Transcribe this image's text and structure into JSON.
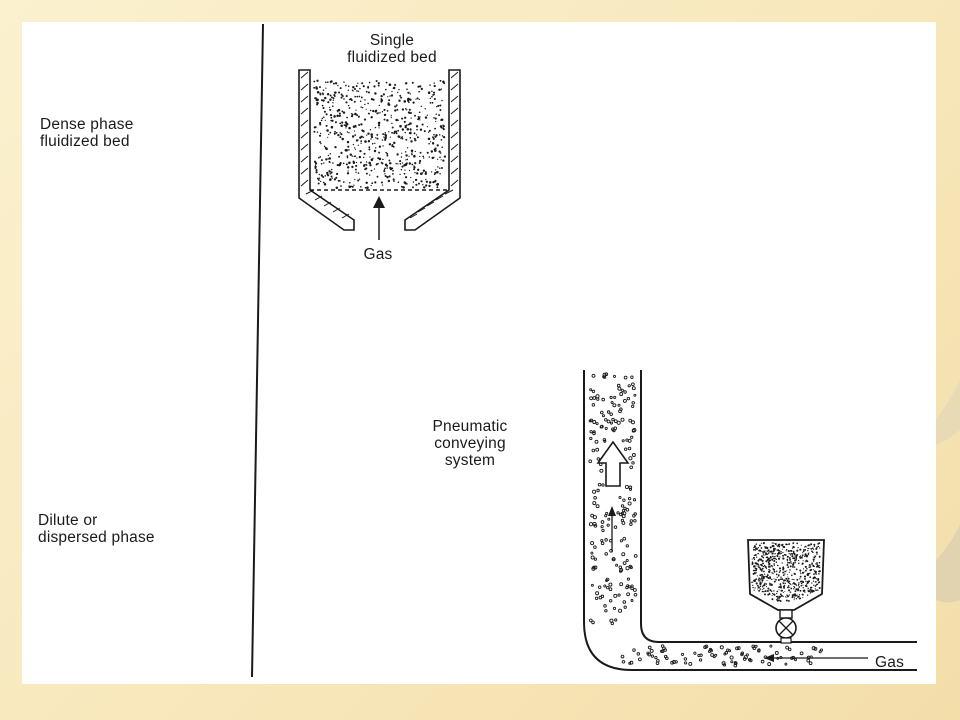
{
  "labels": {
    "dense_phase": "Dense phase\nfluidized bed",
    "dilute_phase": "Dilute or\ndispersed phase",
    "single_bed": "Single\nfluidized bed",
    "gas_bottom": "Gas",
    "pneumatic": "Pneumatic\nconveying\nsystem",
    "gas_side": "Gas"
  },
  "colors": {
    "ink": "#1a1a1a",
    "background": "#f8e8bc",
    "panel": "#ffffff"
  }
}
